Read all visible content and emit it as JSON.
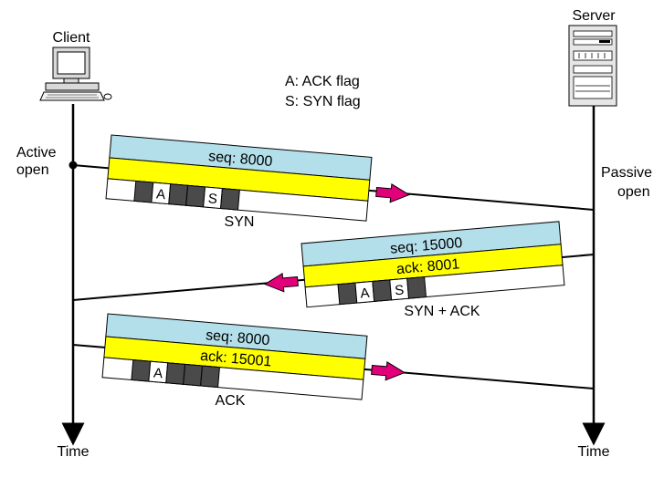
{
  "labels": {
    "client": "Client",
    "server": "Server",
    "active_open": [
      "Active",
      "open"
    ],
    "passive_open": [
      "Passive",
      "open"
    ],
    "time_left": "Time",
    "time_right": "Time"
  },
  "legend": {
    "ack": "A: ACK flag",
    "syn": "S: SYN flag"
  },
  "segments": {
    "syn": {
      "seq": "seq: 8000",
      "ack": "",
      "caption": "SYN",
      "flags": [
        "",
        "A",
        "",
        "",
        "S",
        ""
      ]
    },
    "synack": {
      "seq": "seq: 15000",
      "ack": "ack: 8001",
      "caption": "SYN + ACK",
      "flags": [
        "",
        "A",
        "",
        "S",
        ""
      ]
    },
    "ack": {
      "seq": "seq: 8000",
      "ack": "ack: 15001",
      "caption": "ACK",
      "flags": [
        "",
        "A",
        "",
        "",
        ""
      ]
    }
  },
  "colors": {
    "seq_field": "#b3dfeb",
    "ack_field": "#ffff00",
    "arrow": "#e2007a",
    "flag_set": "#4a4a4a"
  }
}
